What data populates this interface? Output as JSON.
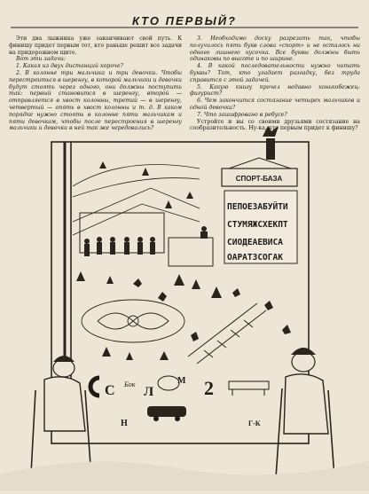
{
  "article": {
    "title": "КТО ПЕРВЫЙ?",
    "left_column": [
      {
        "text": "Эти два лыжника уже заканчивают свой путь. К финишу придет первым тот, кто раньше решит все задачи на придорожном щите.",
        "style": "normal"
      },
      {
        "text": "Вот эти задачи:",
        "style": "italic"
      },
      {
        "text": "1. Какая из двух дистанций короче?",
        "style": "italic"
      },
      {
        "text": "2. В колонне три мальчика и три девочки. Чтобы перестроиться в шеренгу, в которой мальчики и девочки будут стоять через одного, они должны поступить так: первый становится в шеренгу, второй — отправляется в хвост колонны, третий — в шеренгу, четвертый — опять в хвост колонны и т. д. В каком порядке нужно стоять в колонне пяти мальчикам и пяти девочкам, чтобы после перестроения в шеренгу мальчики и девочки в ней так же чередовались?",
        "style": "italic"
      }
    ],
    "right_column": [
      {
        "text": "3. Необходимо доску разрезать так, чтобы получилось пять букв слова «спорт» и не осталось ни одного лишнего кусочка. Все буквы должны быть одинаковы по высоте и по ширине.",
        "style": "italic"
      },
      {
        "text": "4. В какой последовательности нужно читать буквы? Тот, кто угадает разгадку, без труда справится с этой задачей.",
        "style": "italic"
      },
      {
        "text": "5. Какую книгу прочел недавно конькобежец-фигурист?",
        "style": "italic"
      },
      {
        "text": "6. Чем закончится состязание четырех мальчиков и одной девочки?",
        "style": "italic"
      },
      {
        "text": "7. Что зашифровано в ребусе?",
        "style": "italic"
      },
      {
        "text": "Устройте и вы со своими друзьями состязание на сообразительность. Ну-ка, кто первым придет к финишу?",
        "style": "normal"
      }
    ]
  },
  "illustration": {
    "sign_label": "СПОРТ-БАЗА",
    "letter_grid": [
      "ПЕПОЕЗАБУЙТИ",
      "СТУМЯЖСХЕКПТ",
      "СИОДЕАЕВИСА",
      "ОАРАТЗСОГАК"
    ],
    "rebus": {
      "letter_c": "С",
      "letter_l": "Л",
      "word_book": "Бок",
      "letter_m": "М",
      "digit": "2",
      "letter_n": "Н",
      "letters_gk": "Г-К"
    }
  }
}
